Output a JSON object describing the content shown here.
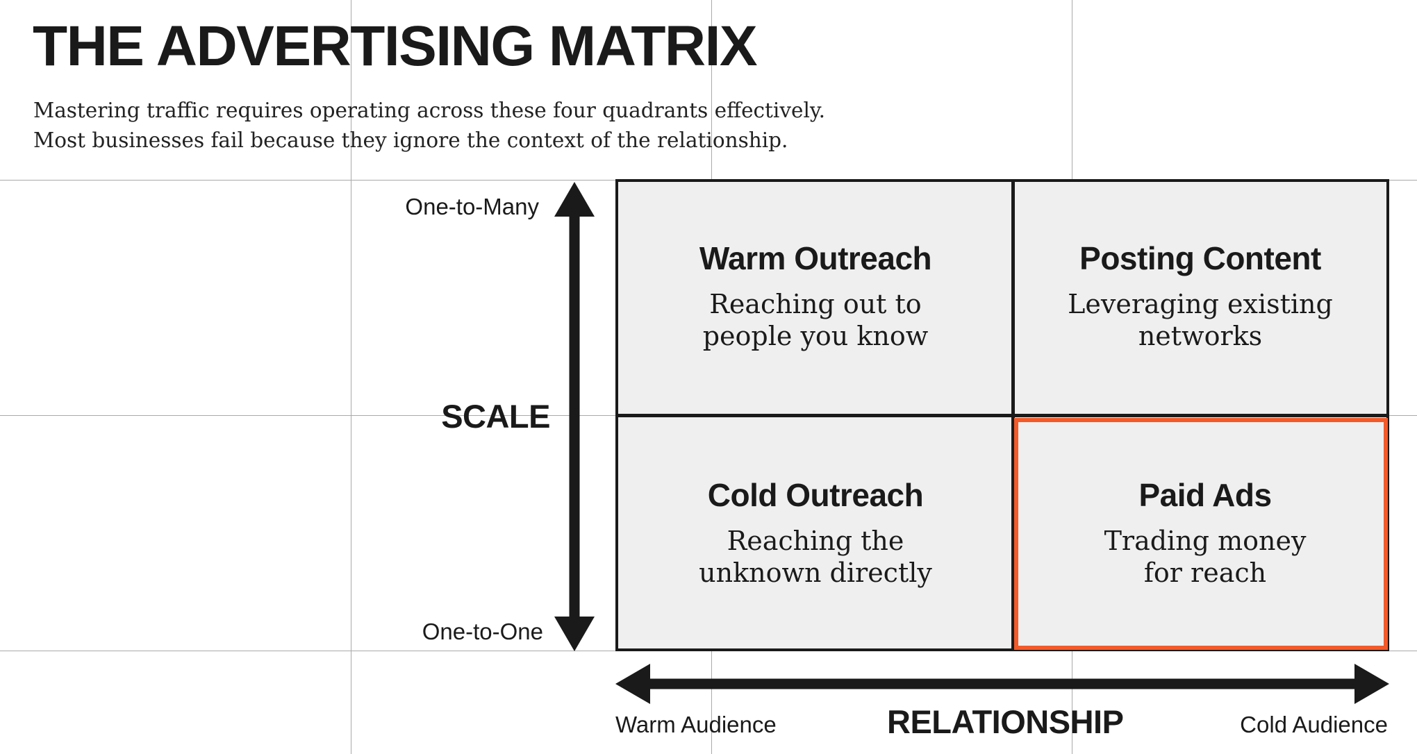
{
  "title": "THE ADVERTISING MATRIX",
  "subtitle": [
    "Mastering traffic requires operating across these four quadrants effectively.",
    "Most businesses fail because they ignore the context of the relationship."
  ],
  "y_axis": {
    "name": "SCALE",
    "top_label": "One-to-Many",
    "bottom_label": "One-to-One"
  },
  "x_axis": {
    "name": "RELATIONSHIP",
    "left_label": "Warm Audience",
    "right_label": "Cold Audience"
  },
  "quadrants": [
    {
      "title": "Warm Outreach",
      "description": [
        "Reaching out to",
        "people you know"
      ]
    },
    {
      "title": "Posting Content",
      "description": [
        "Leveraging existing",
        "networks"
      ]
    },
    {
      "title": "Cold Outreach",
      "description": [
        "Reaching the",
        "unknown directly"
      ]
    },
    {
      "title": "Paid Ads",
      "description": [
        "Trading money",
        "for reach"
      ],
      "highlighted": true
    }
  ],
  "colors": {
    "highlight": "#f25a2a",
    "ink": "#1a1a1a",
    "cell_fill": "#efefef",
    "guide_lines": "#a9a9a9"
  }
}
